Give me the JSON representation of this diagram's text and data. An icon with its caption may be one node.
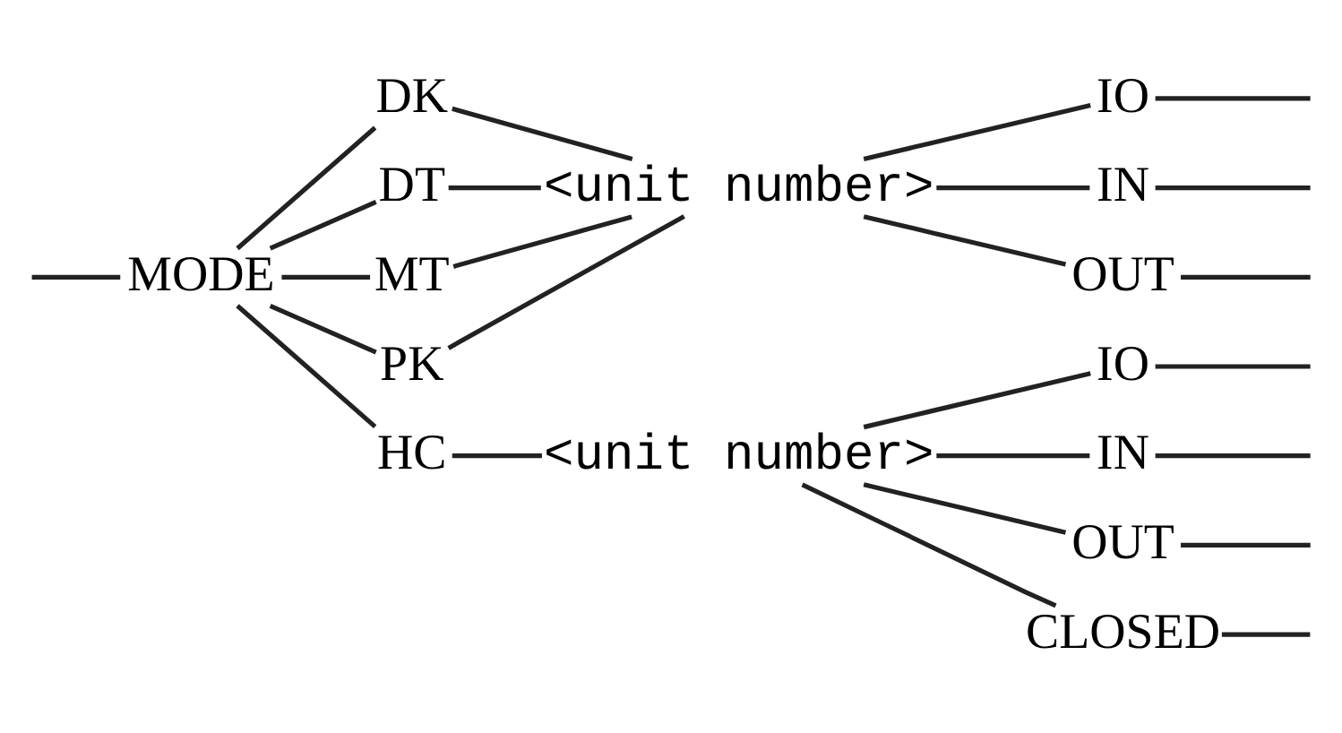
{
  "diagram": {
    "nodes": [
      {
        "text": [
          "MODE"
        ]
      },
      {
        "text": [
          "DK"
        ]
      },
      {
        "text": [
          "DT"
        ]
      },
      {
        "text": [
          "MT"
        ]
      },
      {
        "text": [
          "PK"
        ]
      },
      {
        "text": [
          "HC"
        ]
      },
      {
        "text": [
          "<unit number>"
        ]
      },
      {
        "text": [
          "IO"
        ]
      },
      {
        "text": [
          "IN"
        ]
      },
      {
        "text": [
          "OUT"
        ]
      },
      {
        "text": [
          "<unit number>"
        ]
      },
      {
        "text": [
          "IO"
        ]
      },
      {
        "text": [
          "IN"
        ]
      },
      {
        "text": [
          "OUT"
        ]
      },
      {
        "text": [
          "CLOSED"
        ]
      }
    ],
    "edges": [
      {
        "from": null,
        "to": 0,
        "arrow": "none"
      },
      {
        "from": 0,
        "to": 1,
        "arrow": "none"
      },
      {
        "from": 0,
        "to": 2,
        "arrow": "none"
      },
      {
        "from": 0,
        "to": 3,
        "arrow": "none"
      },
      {
        "from": 0,
        "to": 4,
        "arrow": "none"
      },
      {
        "from": 0,
        "to": 5,
        "arrow": "none"
      },
      {
        "from": 1,
        "to": 6,
        "arrow": "none"
      },
      {
        "from": 2,
        "to": 6,
        "arrow": "none"
      },
      {
        "from": 3,
        "to": 6,
        "arrow": "none"
      },
      {
        "from": 4,
        "to": 6,
        "arrow": "none"
      },
      {
        "from": 5,
        "to": 10,
        "arrow": "none"
      },
      {
        "from": 6,
        "to": 7,
        "arrow": "none"
      },
      {
        "from": 6,
        "to": 8,
        "arrow": "none"
      },
      {
        "from": 6,
        "to": 9,
        "arrow": "none"
      },
      {
        "from": 10,
        "to": 11,
        "arrow": "none"
      },
      {
        "from": 10,
        "to": 12,
        "arrow": "none"
      },
      {
        "from": 10,
        "to": 13,
        "arrow": "none"
      },
      {
        "from": 10,
        "to": 14,
        "arrow": "none"
      },
      {
        "from": 7,
        "to": null,
        "arrow": "none"
      },
      {
        "from": 8,
        "to": null,
        "arrow": "none"
      },
      {
        "from": 9,
        "to": null,
        "arrow": "none"
      },
      {
        "from": 11,
        "to": null,
        "arrow": "none"
      },
      {
        "from": 12,
        "to": null,
        "arrow": "none"
      },
      {
        "from": 13,
        "to": null,
        "arrow": "none"
      },
      {
        "from": 14,
        "to": null,
        "arrow": "none"
      }
    ]
  }
}
